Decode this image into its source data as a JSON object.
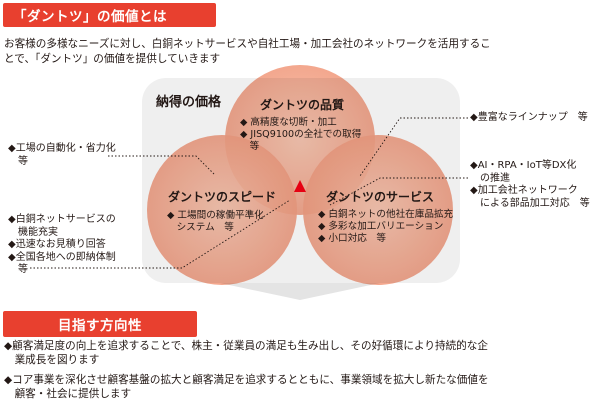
{
  "section1": {
    "title": "「ダントツ」の価値とは",
    "intro_line1": "お客様の多様なニーズに対し、白銅ネットサービスや自社工場・加工会社のネットワークを活用するこ",
    "intro_line2": "とで、「ダントツ」の価値を提供していきます"
  },
  "diagram": {
    "box_title": "納得の価格",
    "quality": {
      "title": "ダントツの品質",
      "bullets": [
        "◆ 高精度な切断・加工",
        "◆ JISQ9100の全社での取得",
        "　等"
      ]
    },
    "speed": {
      "title": "ダントツのスピード",
      "bullets": [
        "◆ 工場間の稼働平準化",
        "　システム　等"
      ]
    },
    "service": {
      "title": "ダントツのサービス",
      "bullets": [
        "◆ 白銅ネットの他社在庫品拡充",
        "◆ 多彩な加工バリエーション",
        "◆ 小口対応　等"
      ]
    }
  },
  "callouts": {
    "left_top": [
      "◆工場の自動化・省力化",
      "　等"
    ],
    "left_bottom": [
      "◆白銅ネットサービスの",
      "　機能充実",
      "◆迅速なお見積り回答",
      "◆全国各地への即納体制",
      "　等"
    ],
    "right_top": [
      "◆豊富なラインナップ　等"
    ],
    "right_mid": [
      "◆AI・RPA・IoT等DX化",
      "　の推進",
      "◆加工会社ネットワーク",
      "　による部品加工対応　等"
    ]
  },
  "section2": {
    "title": "目指す方向性",
    "items": [
      [
        "◆顧客満足度の向上を追求することで、株主・従業員の満足も生み出し、その好循環により持続的な企",
        "　業成長を図ります"
      ],
      [
        "◆コア事業を深化させ顧客基盤の拡大と顧客満足を追求するとともに、事業領域を拡大し新たな価値を",
        "　顧客・社会に提供します"
      ]
    ]
  },
  "colors": {
    "accent": "#e8402f",
    "circle": "#f4a78d",
    "gray_box": "#efefef",
    "arrow": "#e4e4e4"
  }
}
